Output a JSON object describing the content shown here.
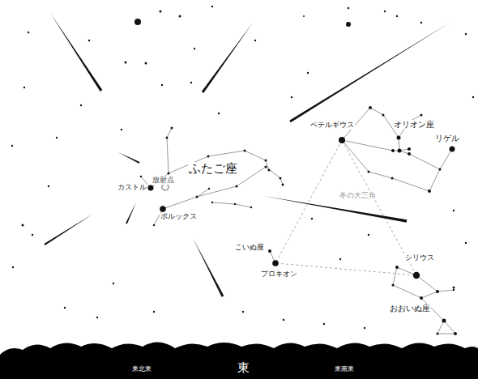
{
  "diagram": {
    "labels": [
      "放射点",
      "ふたご座",
      "カストル",
      "ポルックス",
      "ベテルギウス",
      "オリオン座",
      "リゲル",
      "冬の大三角",
      "こいぬ座",
      "プロキオン",
      "シリウス",
      "おおいぬ座",
      "東北東",
      "東",
      "東南東"
    ]
  }
}
